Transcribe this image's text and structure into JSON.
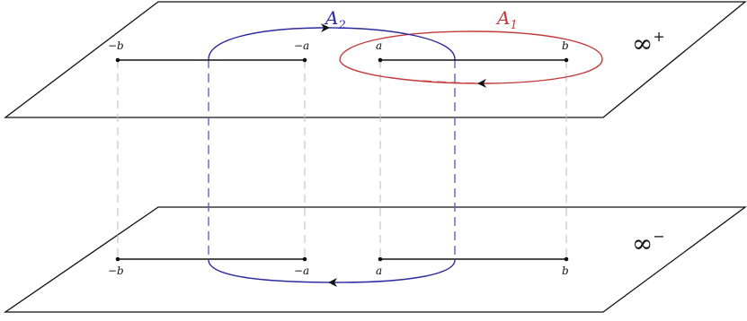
{
  "colors": {
    "cycle_a1": "#c43a3a",
    "cycle_a2": "#2a2aa0",
    "guides": "#b8b8c8"
  },
  "top_sheet": {
    "name": "∞",
    "sup": "+",
    "labels": {
      "minus_b": "−b",
      "minus_a": "−a",
      "a": "a",
      "b": "b"
    }
  },
  "bottom_sheet": {
    "name": "∞",
    "sup": "−",
    "labels": {
      "minus_b": "−b",
      "minus_a": "−a",
      "a": "a",
      "b": "b"
    }
  },
  "cycles": {
    "a1": {
      "name": "A",
      "sub": "1"
    },
    "a2": {
      "name": "A",
      "sub": "2"
    }
  }
}
